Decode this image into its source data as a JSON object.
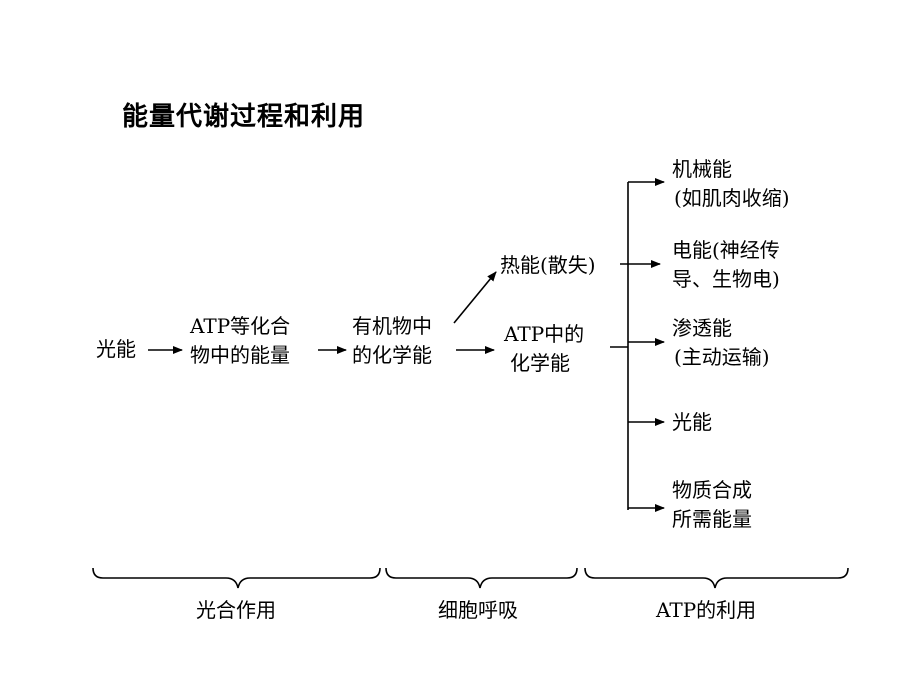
{
  "title": "能量代谢过程和利用",
  "nodes": {
    "light_energy": "光能",
    "atp_equiv_l1": "ATP等化合",
    "atp_equiv_l2": "物中的能量",
    "organic_l1": "有机物中",
    "organic_l2": "的化学能",
    "heat": "热能(散失)",
    "atp_chem_l1": "ATP中的",
    "atp_chem_l2": "化学能"
  },
  "uses": {
    "mechanical_l1": "机械能",
    "mechanical_l2": "(如肌肉收缩)",
    "electrical_l1": "电能(神经传",
    "electrical_l2": "导、生物电)",
    "osmotic_l1": "渗透能",
    "osmotic_l2": "(主动运输)",
    "light": "光能",
    "synthesis_l1": "物质合成",
    "synthesis_l2": "所需能量"
  },
  "stages": {
    "photosynthesis": "光合作用",
    "respiration": "细胞呼吸",
    "atp_use": "ATP的利用"
  }
}
